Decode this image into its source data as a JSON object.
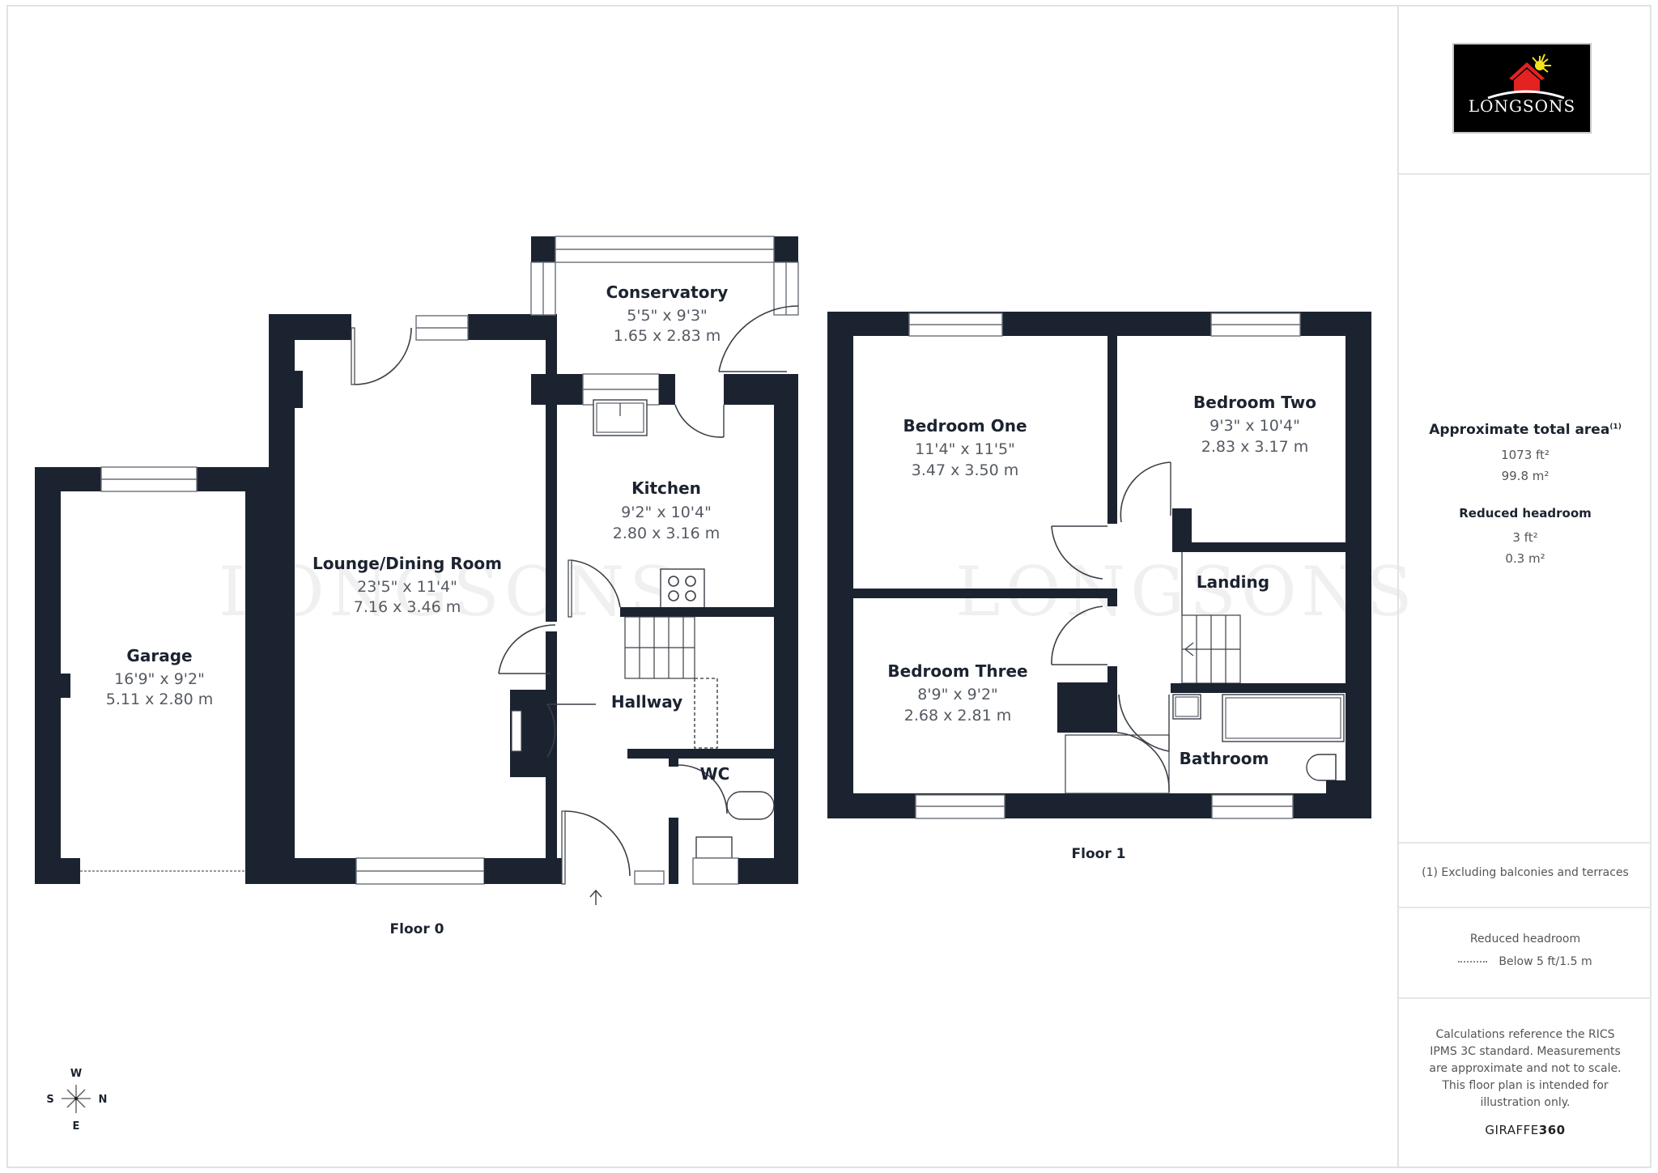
{
  "brand": {
    "logo_text": "LONGSONS",
    "logo_colors": {
      "background": "#000000",
      "roof": "#e32222",
      "sun": "#f4e21c",
      "text": "#ffffff"
    },
    "watermark": "LONGSONS"
  },
  "floors": [
    {
      "label": "Floor 0",
      "rooms": [
        {
          "name": "Garage",
          "imperial": "16'9\" x 9'2\"",
          "metric": "5.11 x 2.80 m"
        },
        {
          "name": "Lounge/Dining Room",
          "imperial": "23'5\" x 11'4\"",
          "metric": "7.16 x 3.46 m"
        },
        {
          "name": "Conservatory",
          "imperial": "5'5\" x 9'3\"",
          "metric": "1.65 x 2.83 m"
        },
        {
          "name": "Kitchen",
          "imperial": "9'2\" x 10'4\"",
          "metric": "2.80 x 3.16 m"
        },
        {
          "name": "Hallway"
        },
        {
          "name": "WC"
        }
      ]
    },
    {
      "label": "Floor 1",
      "rooms": [
        {
          "name": "Bedroom One",
          "imperial": "11'4\" x 11'5\"",
          "metric": "3.47 x 3.50 m"
        },
        {
          "name": "Bedroom Two",
          "imperial": "9'3\" x 10'4\"",
          "metric": "2.83 x 3.17 m"
        },
        {
          "name": "Landing"
        },
        {
          "name": "Bedroom Three",
          "imperial": "8'9\" x 9'2\"",
          "metric": "2.68 x 2.81 m"
        },
        {
          "name": "Bathroom"
        }
      ]
    }
  ],
  "compass": {
    "top": "W",
    "left": "S",
    "right": "N",
    "bottom": "E"
  },
  "sidebar": {
    "area_title": "Approximate total area",
    "area_footnote_mark": "(1)",
    "total_sqft": "1073 ft²",
    "total_sqm": "99.8 m²",
    "reduced_headroom_title": "Reduced headroom",
    "reduced_sqft": "3 ft²",
    "reduced_sqm": "0.3 m²",
    "footnote": "(1) Excluding balconies and terraces",
    "legend_title": "Reduced headroom",
    "legend_item": "Below 5 ft/1.5 m",
    "disclaimer": "Calculations reference the RICS IPMS 3C standard. Measurements are approximate and not to scale. This floor plan is intended for illustration only.",
    "brand_prefix": "GIRAFFE",
    "brand_suffix": "360"
  },
  "colors": {
    "wall": "#1c2330",
    "room_name": "#1c2330",
    "room_dim": "#555a63",
    "border": "#e2e2e2"
  }
}
